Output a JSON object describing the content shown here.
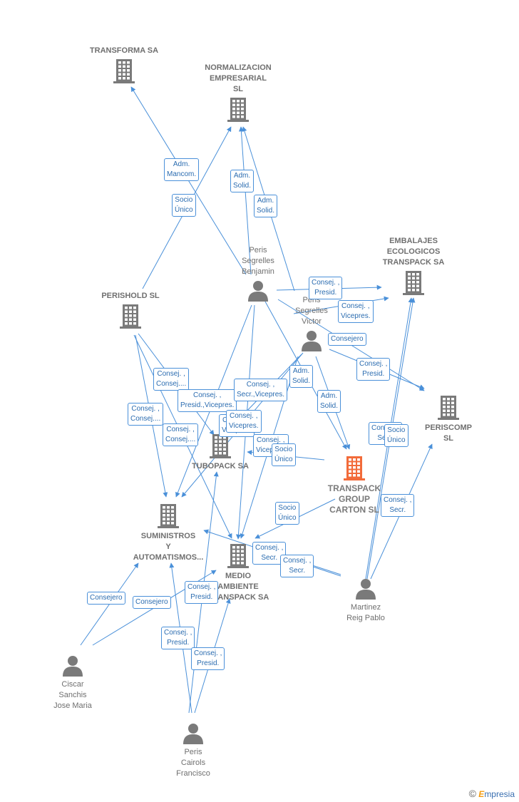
{
  "nodes": [
    {
      "id": "transforma",
      "type": "company",
      "label": "TRANSFORMA SA"
    },
    {
      "id": "normalizacion",
      "type": "company",
      "label": "NORMALIZACION\nEMPRESARIAL\nSL"
    },
    {
      "id": "embalajes",
      "type": "company",
      "label": "EMBALAJES\nECOLOGICOS\nTRANSPACK SA"
    },
    {
      "id": "perishold",
      "type": "company",
      "label": "PERISHOLD SL"
    },
    {
      "id": "periscomp",
      "type": "company",
      "label": "PERISCOMP\nSL"
    },
    {
      "id": "tubopack",
      "type": "company",
      "label": "TUBOPACK SA"
    },
    {
      "id": "transpack",
      "type": "main",
      "label": "TRANSPACK\nGROUP\nCARTON  SL"
    },
    {
      "id": "suministros",
      "type": "company",
      "label": "SUMINISTROS\nY\nAUTOMATISMOS..."
    },
    {
      "id": "medio",
      "type": "company",
      "label": "MEDIO\nAMBIENTE\nTRANSPACK SA"
    },
    {
      "id": "benjamin",
      "type": "person",
      "label": "Peris\nSegrelles\nBenjamin"
    },
    {
      "id": "victor",
      "type": "person",
      "label": "Peris\nSegrelles\nVictor"
    },
    {
      "id": "martinez",
      "type": "person",
      "label": "Martinez\nReig Pablo"
    },
    {
      "id": "ciscar",
      "type": "person",
      "label": "Ciscar\nSanchis\nJose Maria"
    },
    {
      "id": "francisco",
      "type": "person",
      "label": "Peris\nCairols\nFrancisco"
    }
  ],
  "edges": [
    {
      "from": "benjamin",
      "to": "transforma",
      "label": "Adm.\nMancom."
    },
    {
      "from": "perishold",
      "to": "normalizacion",
      "label": "Socio\nÚnico"
    },
    {
      "from": "benjamin",
      "to": "normalizacion",
      "label": "Adm.\nSolid."
    },
    {
      "from": "victor",
      "to": "normalizacion",
      "label": "Adm.\nSolid."
    },
    {
      "from": "benjamin",
      "to": "embalajes",
      "label": "Consej. ,\nPresid."
    },
    {
      "from": "victor",
      "to": "embalajes",
      "label": "Consej. ,\nVicepres."
    },
    {
      "from": "victor",
      "to": "periscomp",
      "label": "Consejero"
    },
    {
      "from": "benjamin",
      "to": "periscomp",
      "label": "Consej. ,\nPresid."
    },
    {
      "from": "perishold",
      "to": "tubopack",
      "label": "Consej. ,\nConsej...."
    },
    {
      "from": "perishold",
      "to": "suministros",
      "label": "Consej. ,\nConsej...."
    },
    {
      "from": "perishold",
      "to": "medio",
      "label": "Consej. ,\nConsej...."
    },
    {
      "from": "benjamin",
      "to": "tubopack",
      "label": "Consej. ,\nPresid.,Vicepres."
    },
    {
      "from": "benjamin",
      "to": "suministros",
      "label": "Consej. ,\nSecr.,Vicepres."
    },
    {
      "from": "victor",
      "to": "tubopack",
      "label": "Consej. ,\nVicepres."
    },
    {
      "from": "victor",
      "to": "suministros",
      "label": "Consej. ,\nVicepres."
    },
    {
      "from": "victor",
      "to": "medio",
      "label": "Consej. ,\nVicepres."
    },
    {
      "from": "benjamin",
      "to": "transpack",
      "label": "Adm.\nSolid."
    },
    {
      "from": "victor",
      "to": "transpack",
      "label": "Adm.\nSolid."
    },
    {
      "from": "transpack",
      "to": "tubopack",
      "label": "Socio\nÚnico"
    },
    {
      "from": "transpack",
      "to": "medio",
      "label": "Socio\nÚnico"
    },
    {
      "from": "martinez",
      "to": "embalajes",
      "label": "Consej. ,\nSecr."
    },
    {
      "from": "martinez",
      "to": "embalajes",
      "label": "Socio\nÚnico"
    },
    {
      "from": "martinez",
      "to": "periscomp",
      "label": "Consej. ,\nSecr."
    },
    {
      "from": "martinez",
      "to": "suministros",
      "label": "Consej. ,\nSecr."
    },
    {
      "from": "martinez",
      "to": "medio",
      "label": "Consej. ,\nSecr."
    },
    {
      "from": "ciscar",
      "to": "suministros",
      "label": "Consejero"
    },
    {
      "from": "ciscar",
      "to": "medio",
      "label": "Consejero"
    },
    {
      "from": "francisco",
      "to": "tubopack",
      "label": "Consej. ,\nPresid."
    },
    {
      "from": "francisco",
      "to": "suministros",
      "label": "Consej. ,\nPresid."
    },
    {
      "from": "francisco",
      "to": "medio",
      "label": "Consej. ,\nPresid."
    }
  ],
  "colors": {
    "edge": "#4a90d9",
    "company_icon": "#7a7a7a",
    "main_icon": "#f26b3a",
    "person_icon": "#7a7a7a"
  },
  "brand": {
    "copyright": "©",
    "initial": "E",
    "rest": "mpresia"
  }
}
